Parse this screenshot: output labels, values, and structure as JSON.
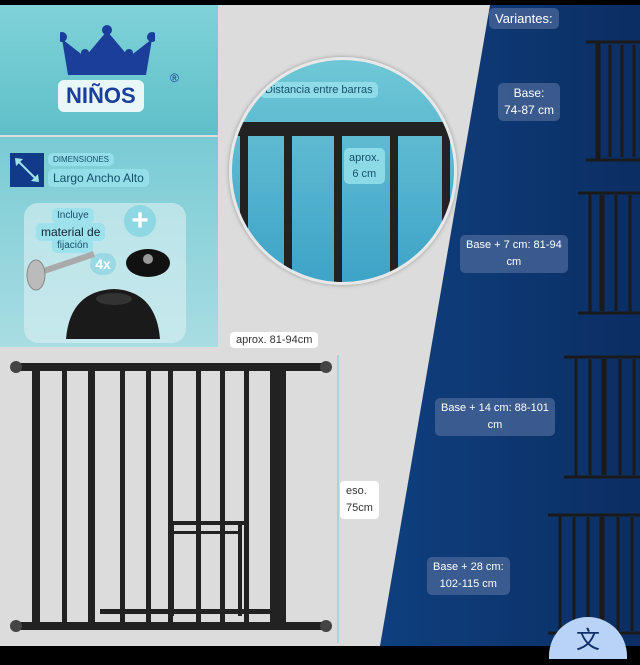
{
  "brand": {
    "name": "NIÑOS",
    "registered": "®"
  },
  "dimensions": {
    "label": "DIMENSIONES",
    "value": "Largo Ancho Alto"
  },
  "hardware": {
    "line1": "Incluye",
    "line2": "material de",
    "line3": "fijación",
    "count": "4x"
  },
  "bar_distance": {
    "title": "Distancia entre barras",
    "value_line1": "aprox.",
    "value_line2": "6 cm"
  },
  "gate": {
    "width_label": "aprox. 81-94cm",
    "height_line1": "eso.",
    "height_line2": "75cm"
  },
  "variants": {
    "title": "Variantes:",
    "items": [
      {
        "line1": "Base:",
        "line2": "74-87 cm"
      },
      {
        "line1": "Base + 7 cm: 81-94",
        "line2": "cm"
      },
      {
        "line1": "Base + 14 cm: 88-101",
        "line2": "cm"
      },
      {
        "line1": "Base + 28 cm:",
        "line2": "102-115 cm"
      }
    ]
  },
  "translate_button": {
    "glyph": "文"
  },
  "colors": {
    "teal": "#6cc7d0",
    "navy": "#0a2f6b",
    "crown": "#1a3e9a"
  }
}
